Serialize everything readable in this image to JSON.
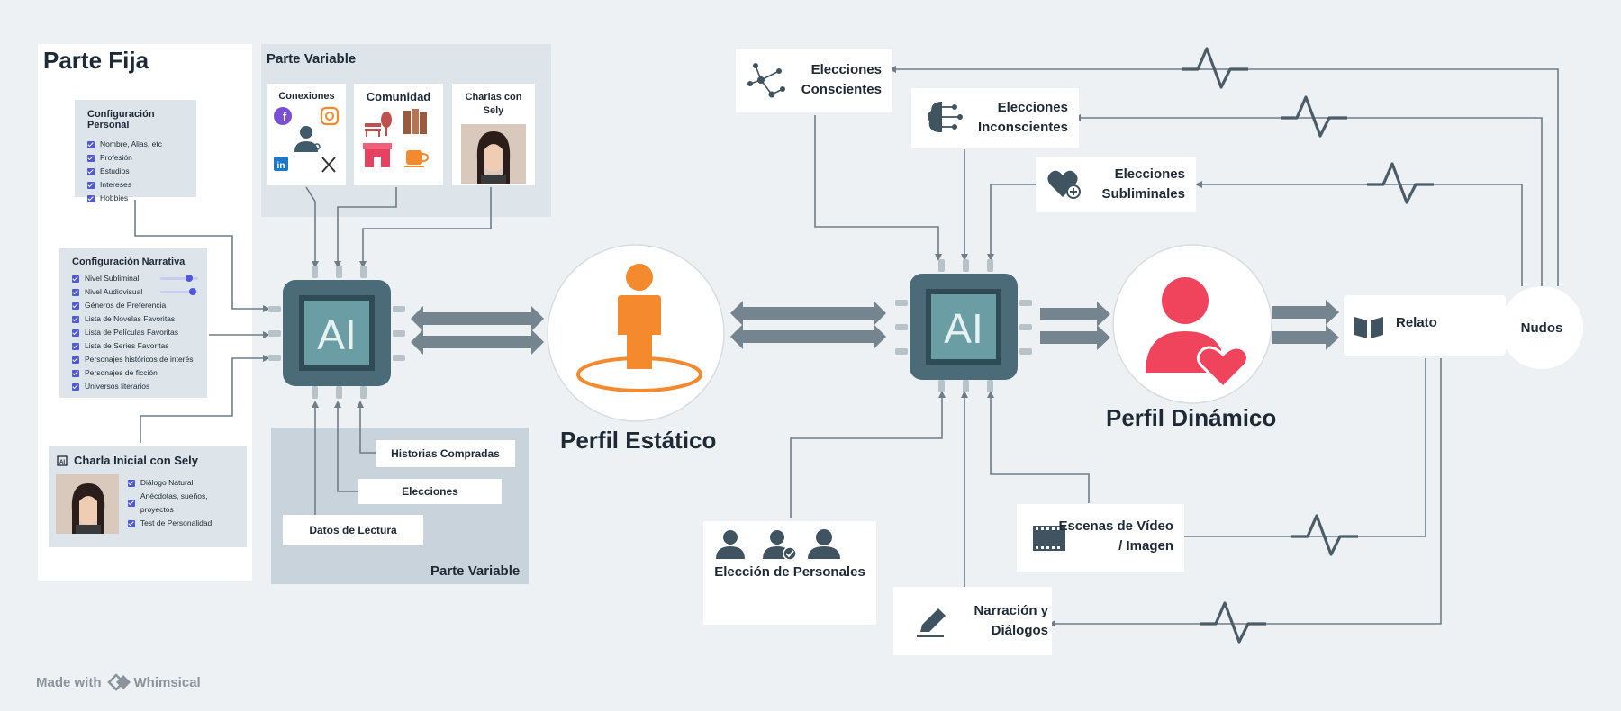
{
  "parte_fija": {
    "title": "Parte Fija",
    "config_personal": {
      "title": "Configuración Personal",
      "items": [
        "Nombre, Alias, etc",
        "Profesión",
        "Estudios",
        "Intereses",
        "Hobbies"
      ]
    },
    "config_narrativa": {
      "title": "Configuración Narrativa",
      "items": [
        "Nivel Subliminal",
        "Nivel Audiovisual",
        "Géneros de Preferencia",
        "Lista de Novelas Favoritas",
        "Lista de Películas Favoritas",
        "Lista de Series Favoritas",
        "Personajes históricos de interés",
        "Personajes de ficción",
        "Universos literarios"
      ],
      "slider_levels": [
        0.75,
        0.85
      ]
    },
    "charla_inicial": {
      "title": "Charla Inicial con Sely",
      "items": [
        "Diálogo Natural",
        "Anécdotas, sueños, proyectos",
        "Test de Personalidad"
      ]
    }
  },
  "parte_variable_top": {
    "title": "Parte Variable",
    "conexiones": "Conexiones",
    "comunidad": "Comunidad",
    "charlas": "Charlas con Sely"
  },
  "parte_variable_bottom": {
    "title": "Parte Variable",
    "historias": "Historias Compradas",
    "elecciones": "Elecciones",
    "datos": "Datos de Lectura"
  },
  "ai_chip_left": "AI",
  "ai_chip_right": "AI",
  "perfil_estatico": "Perfil Estático",
  "perfil_dinamico": "Perfil Dinámico",
  "elecciones_conscientes": "Elecciones Conscientes",
  "elecciones_inconscientes": "Elecciones Inconscientes",
  "elecciones_subliminales": "Elecciones Subliminales",
  "relato": "Relato",
  "nudos": "Nudos",
  "escenas": "Escenas de Vídeo / Imagen",
  "narracion": "Narración y Diálogos",
  "eleccion_personales": "Elección de Personales",
  "footer": {
    "made_with": "Made with",
    "brand": "Whimsical"
  },
  "colors": {
    "chip": "#4b6b78",
    "chip_inner": "#6a9ea4",
    "orange": "#f5892e",
    "red": "#f0445c",
    "arrow": "#7a8b96",
    "line": "#6d7e8a",
    "check": "#4f5ad8"
  }
}
